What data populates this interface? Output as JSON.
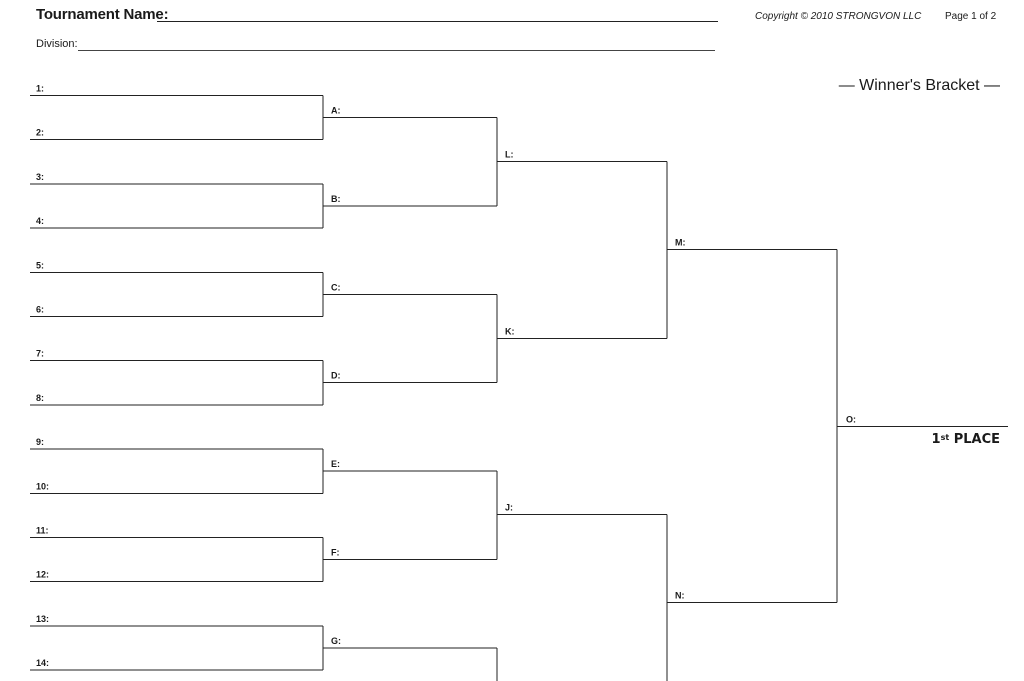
{
  "header": {
    "tournament_label": "Tournament Name:",
    "division_label": "Division:",
    "copyright": "Copyright © 2010 STRONGVON LLC",
    "page_indicator": "Page 1 of 2"
  },
  "bracket": {
    "heading": "— Winner's Bracket —",
    "round1_slots": [
      "1:",
      "2:",
      "3:",
      "4:",
      "5:",
      "6:",
      "7:",
      "8:",
      "9:",
      "10:",
      "11:",
      "12:",
      "13:",
      "14:"
    ],
    "round2_slots": [
      "A:",
      "B:",
      "C:",
      "D:",
      "E:",
      "F:",
      "G:"
    ],
    "round3_slots": [
      "L:",
      "K:",
      "J:"
    ],
    "round4_slots": [
      "M:",
      "N:"
    ],
    "final_slot": "O:",
    "place_rank": "1",
    "place_suffix": "st",
    "place_text": "PLACE"
  }
}
